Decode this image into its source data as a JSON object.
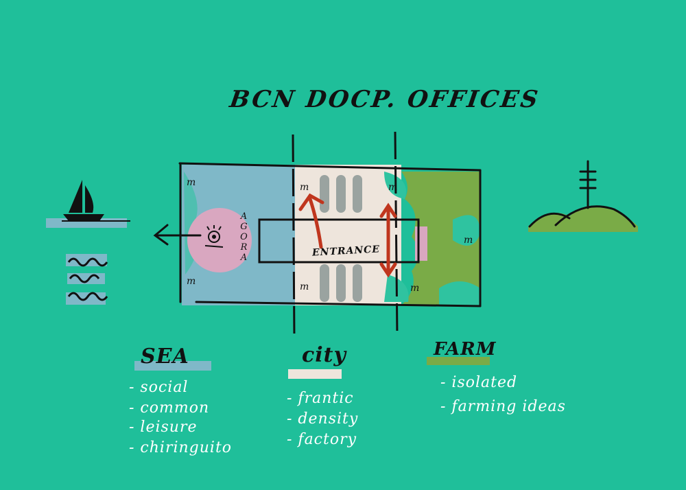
{
  "title": "BCN DOCP. OFFICES",
  "agora_label": "AGORA",
  "entrance_label": "ENTRANCE",
  "module_mark": "m",
  "zones": [
    {
      "name": "SEA",
      "items": [
        "- social",
        "- common",
        "- leisure",
        "- chiringuito"
      ]
    },
    {
      "name": "city",
      "items": [
        "- frantic",
        "- density",
        "- factory"
      ]
    },
    {
      "name": "FARM",
      "items": [
        "- isolated",
        "- farming ideas"
      ]
    }
  ],
  "colors": {
    "background": "#1fbf9a",
    "sea": "#7fb8c8",
    "city": "#eee5dc",
    "farm": "#7aab47",
    "agora": "#d9a7c0",
    "arrow": "#c0361e",
    "ink": "#111111"
  }
}
